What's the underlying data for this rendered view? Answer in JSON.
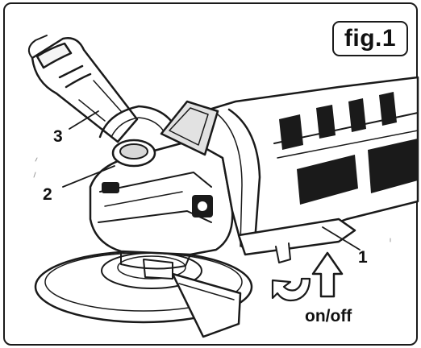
{
  "figure": {
    "label": "fig.1"
  },
  "callouts": [
    {
      "number": "1"
    },
    {
      "number": "2"
    },
    {
      "number": "3"
    }
  ],
  "switch": {
    "text": "on/off"
  }
}
